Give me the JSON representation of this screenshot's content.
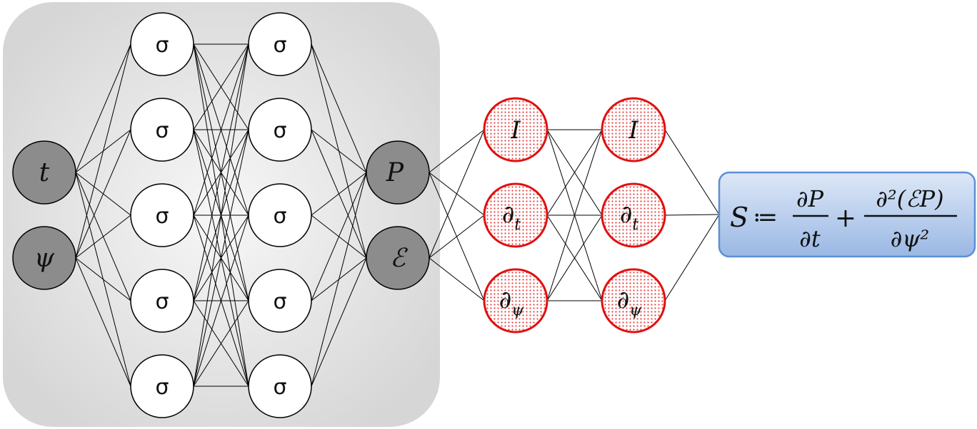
{
  "network": {
    "inputs": [
      "t",
      "ψ"
    ],
    "hidden_layer_1": [
      "σ",
      "σ",
      "σ",
      "σ",
      "σ"
    ],
    "hidden_layer_2": [
      "σ",
      "σ",
      "σ",
      "σ",
      "σ"
    ],
    "outputs": [
      "P",
      "ℰ"
    ]
  },
  "operators": {
    "layer_1": [
      {
        "base": "I",
        "sub": ""
      },
      {
        "base": "∂",
        "sub": "t"
      },
      {
        "base": "∂",
        "sub": "ψ"
      }
    ],
    "layer_2": [
      {
        "base": "I",
        "sub": ""
      },
      {
        "base": "∂",
        "sub": "t"
      },
      {
        "base": "∂",
        "sub": "ψ"
      }
    ]
  },
  "equation": {
    "lhs": "S",
    "assign": "≔",
    "term1_num": "∂P",
    "term1_den": "∂t",
    "plus": "+",
    "term2_num": "∂²(ℰP)",
    "term2_den": "∂ψ²"
  },
  "colors": {
    "panel_gradient_center": "#f7f7f7",
    "panel_gradient_edge": "#d6d6d6",
    "io_node_fill": "#8c8c8c",
    "hidden_node_fill": "#ffffff",
    "operator_stroke": "#e01010",
    "operator_dot": "#e84040",
    "equation_fill_top": "#dde8f7",
    "equation_fill_bottom": "#9ab8e4",
    "equation_stroke": "#5b8fd6"
  }
}
